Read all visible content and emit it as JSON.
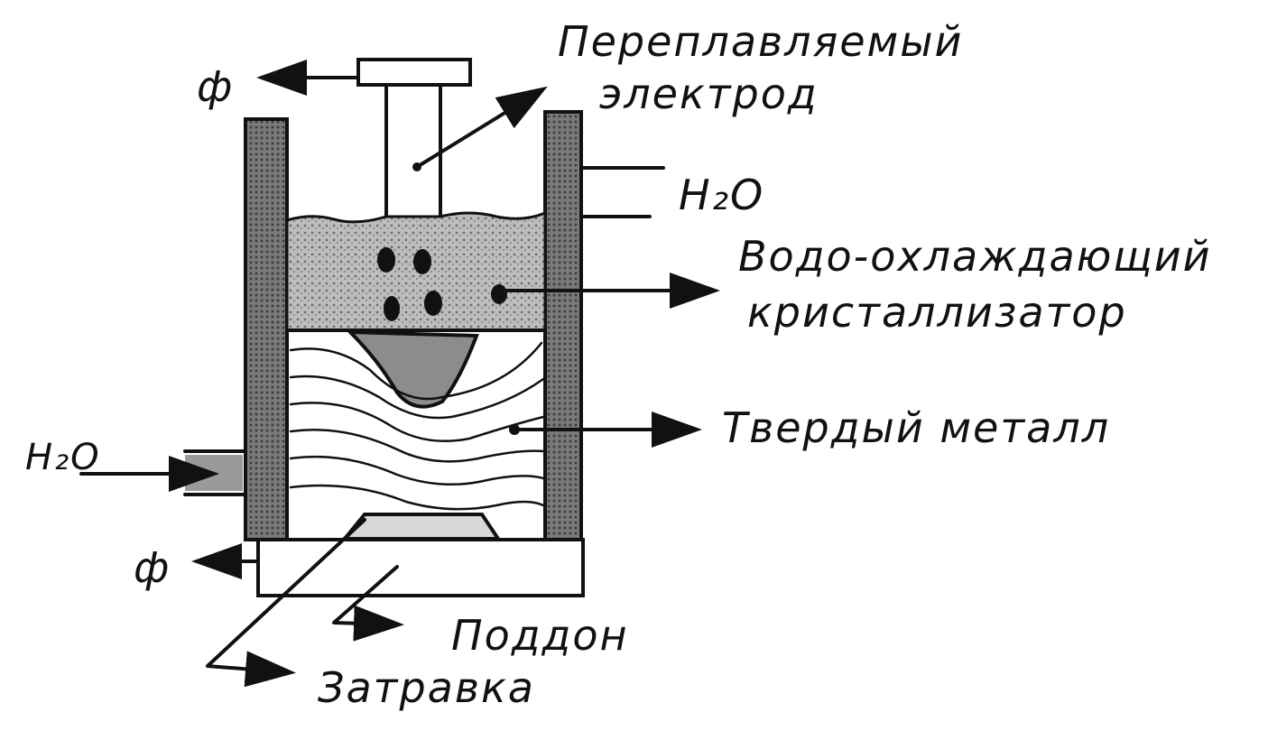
{
  "labels": {
    "electrode_line1": "Переплавляемый",
    "electrode_line2": "электрод",
    "water_out": "H₂O",
    "crystallizer_line1": "Водо-охлаждающий",
    "crystallizer_line2": "кристаллизатор",
    "solid_metal": "Твердый металл",
    "water_in": "H₂O",
    "tray": "Поддон",
    "seed": "Затравка",
    "phi_top": "ф",
    "phi_bottom": "ф"
  }
}
